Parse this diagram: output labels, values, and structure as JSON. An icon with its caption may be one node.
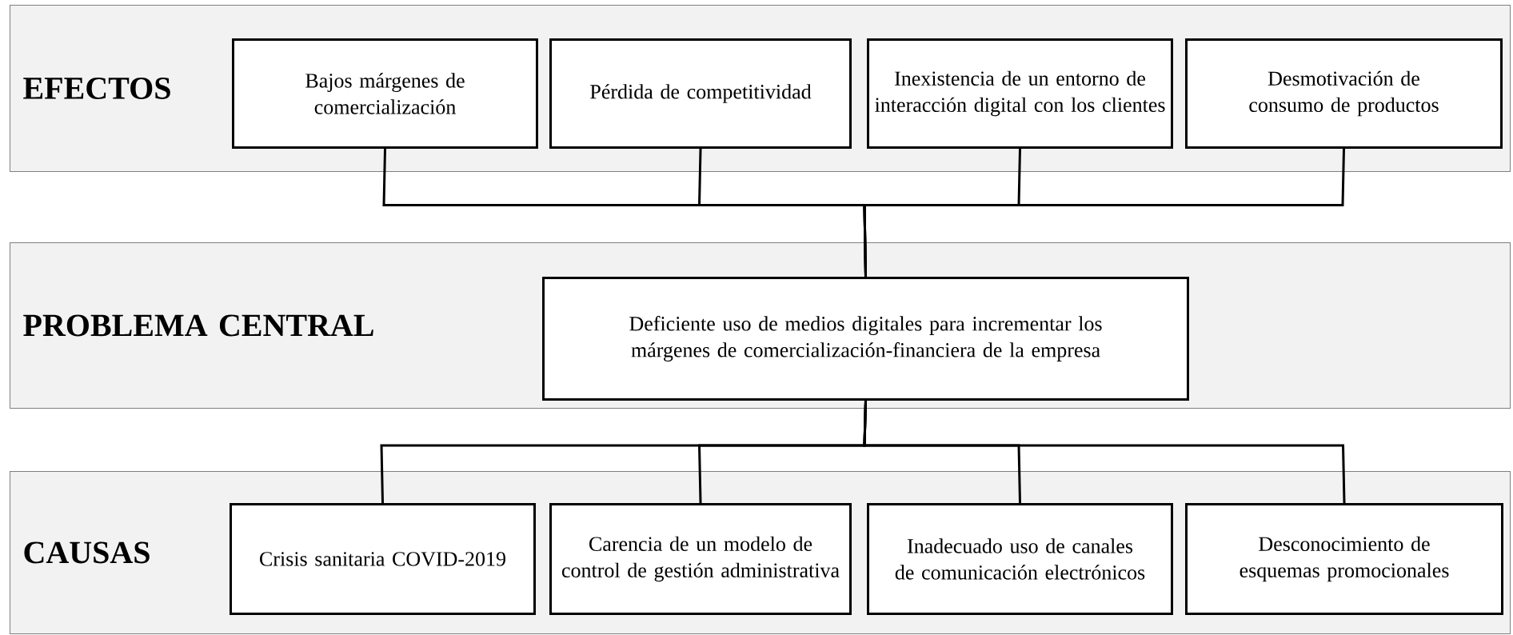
{
  "diagram": {
    "nodes": [
      {
        "text": [
          "EFECTOS"
        ]
      },
      {
        "text": [
          "Bajos márgenes de comercialización"
        ],
        "in": 0
      },
      {
        "text": [
          "Pérdida de competitividad"
        ],
        "in": 0
      },
      {
        "text": [
          "Inexistencia de un entorno de interacción digital con los clientes"
        ],
        "in": 0
      },
      {
        "text": [
          "Desmotivación de consumo de productos"
        ],
        "in": 0
      },
      {
        "text": [
          "PROBLEMA CENTRAL"
        ]
      },
      {
        "text": [
          "Deficiente uso de medios digitales para incrementar los márgenes de comercialización-financiera de la empresa"
        ],
        "in": 5
      },
      {
        "text": [
          "CAUSAS"
        ]
      },
      {
        "text": [
          "Crisis sanitaria COVID-2019"
        ],
        "in": 7
      },
      {
        "text": [
          "Carencia de un modelo de control de gestión administrativa"
        ],
        "in": 7
      },
      {
        "text": [
          "Inadecuado uso de canales de comunicación electrónicos"
        ],
        "in": 7
      },
      {
        "text": [
          "Desconocimiento de esquemas promocionales"
        ],
        "in": 7
      }
    ],
    "edges": [
      {
        "from": 1,
        "to": 6,
        "arrow": "none"
      },
      {
        "from": 2,
        "to": 6,
        "arrow": "none"
      },
      {
        "from": 3,
        "to": 6,
        "arrow": "none"
      },
      {
        "from": 4,
        "to": 6,
        "arrow": "none"
      },
      {
        "from": 6,
        "to": 8,
        "arrow": "none"
      },
      {
        "from": 6,
        "to": 9,
        "arrow": "none"
      },
      {
        "from": 6,
        "to": 10,
        "arrow": "none"
      },
      {
        "from": 6,
        "to": 11,
        "arrow": "none"
      }
    ]
  }
}
